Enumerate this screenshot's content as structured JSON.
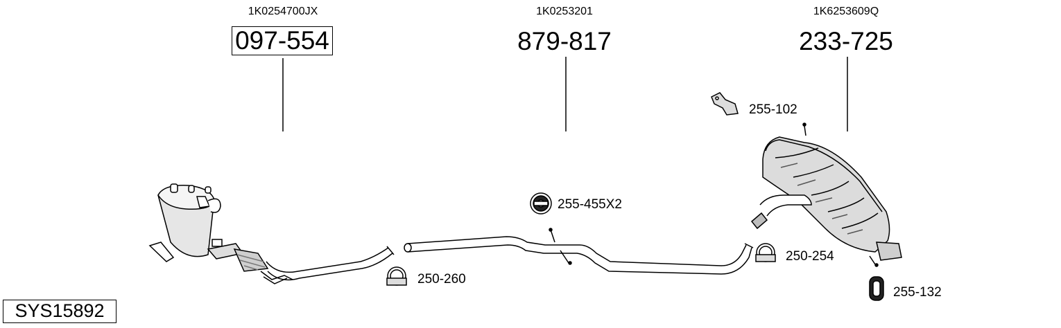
{
  "system_code": "SYS15892",
  "parts": [
    {
      "oe": "1K0254700JX",
      "number": "097-554",
      "boxed": true
    },
    {
      "oe": "1K0253201",
      "number": "879-817",
      "boxed": false
    },
    {
      "oe": "1K6253609Q",
      "number": "233-725",
      "boxed": false
    }
  ],
  "accessories": [
    {
      "code": "255-102",
      "icon": "hanger-bracket-icon"
    },
    {
      "code": "255-455X2",
      "icon": "rubber-mount-icon"
    },
    {
      "code": "250-260",
      "icon": "pipe-clamp-icon"
    },
    {
      "code": "250-254",
      "icon": "pipe-clamp-icon"
    },
    {
      "code": "255-132",
      "icon": "rubber-hanger-icon"
    }
  ]
}
